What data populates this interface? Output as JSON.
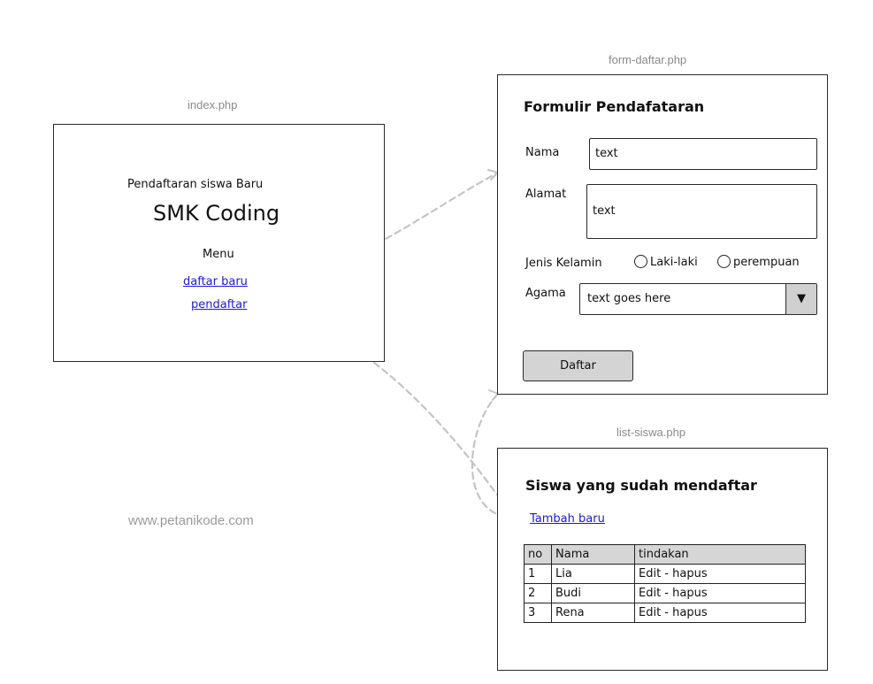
{
  "index": {
    "file": "index.php",
    "subtitle": "Pendaftaran siswa Baru",
    "title": "SMK Coding",
    "menu_label": "Menu",
    "links": [
      "daftar baru",
      "pendaftar"
    ]
  },
  "form": {
    "file": "form-daftar.php",
    "heading": "Formulir Pendafataran",
    "nama_label": "Nama",
    "nama_value": "text",
    "alamat_label": "Alamat",
    "alamat_value": "text",
    "gender_label": "Jenis Kelamin",
    "gender_options": [
      "Laki-laki",
      "perempuan"
    ],
    "agama_label": "Agama",
    "agama_value": "text goes here",
    "submit": "Daftar"
  },
  "list": {
    "file": "list-siswa.php",
    "heading": "Siswa yang sudah mendaftar",
    "add_link": "Tambah baru",
    "columns": [
      "no",
      "Nama",
      "tindakan"
    ],
    "rows": [
      [
        "1",
        "Lia",
        "Edit - hapus"
      ],
      [
        "2",
        "Budi",
        "Edit - hapus"
      ],
      [
        "3",
        "Rena",
        "Edit - hapus"
      ]
    ]
  },
  "watermark": "www.petanikode.com",
  "colors": {
    "link": "#1a1ad8",
    "arrow": "#c8c8c8",
    "table_header": "#d6d6d6"
  }
}
